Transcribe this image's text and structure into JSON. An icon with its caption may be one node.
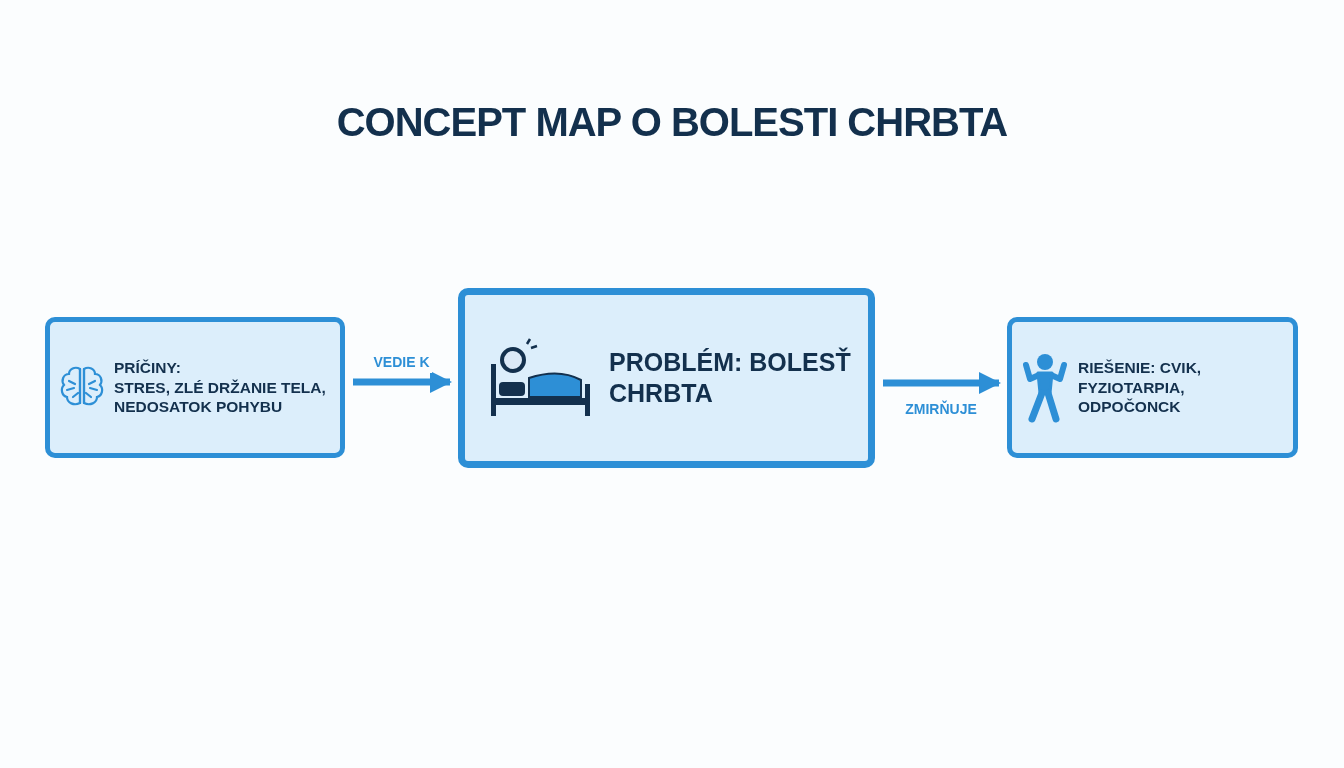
{
  "diagram": {
    "title": "CONCEPT MAP O BOLESTI CHRBTA",
    "nodes": [
      {
        "text": [
          "PRÍČINY:",
          "STRES, ZLÉ DRŽANIE TELA, NEDOSATOK POHYBU"
        ]
      },
      {
        "text": [
          "PROBLÉM: BOLESŤ CHRBTA"
        ]
      },
      {
        "text": [
          "RIEŠENIE: CVIK, FYZIOTARPIA, ODPOČONCK"
        ]
      }
    ],
    "edges": [
      {
        "from": 0,
        "to": 1,
        "arrow": "to",
        "label": "VEDIE K"
      },
      {
        "from": 1,
        "to": 2,
        "arrow": "to",
        "label": "ZMIRŇUJE"
      }
    ]
  }
}
